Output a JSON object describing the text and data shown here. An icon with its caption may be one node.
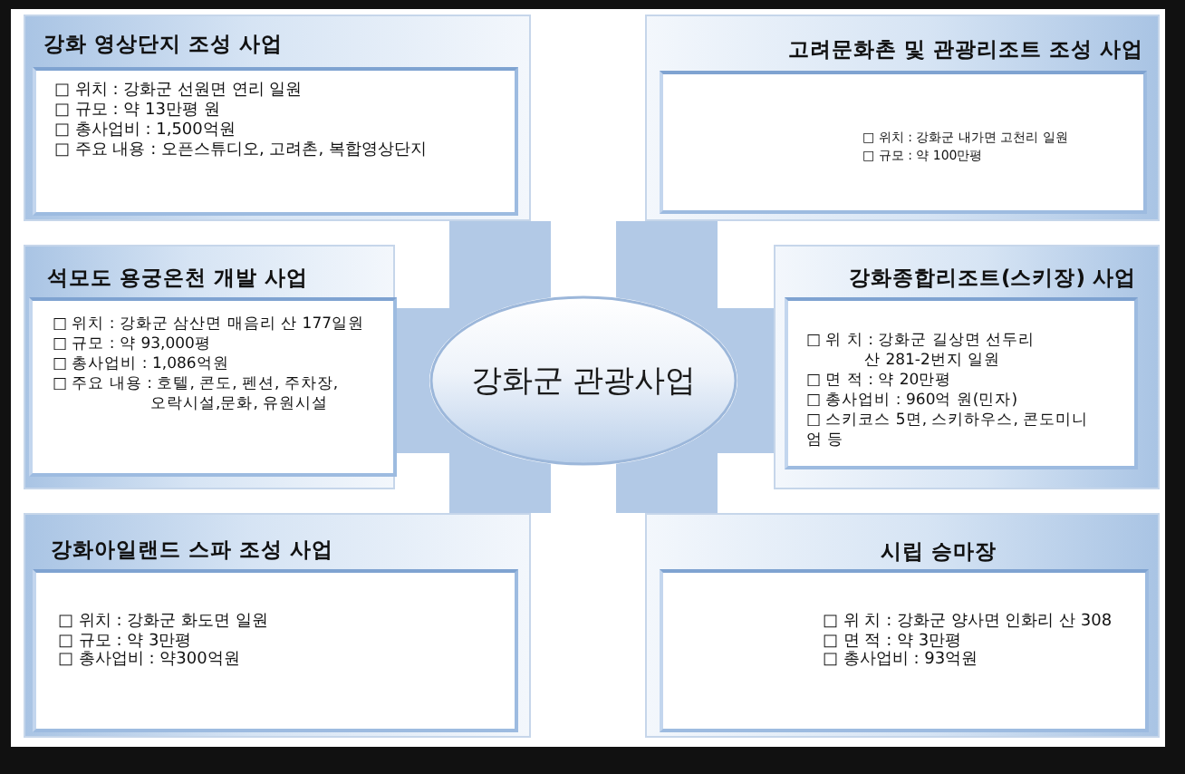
{
  "diagram": {
    "nodes": [
      {
        "text": [
          "강화 영상단지 조성 사업",
          "□ 위치 : 강화군 선원면 연리 일원",
          "□ 규모 : 약 13만평 원",
          "□ 총사업비 : 1,500억원",
          "□ 주요 내용 : 오픈스튜디오, 고려촌, 복합영상단지"
        ]
      },
      {
        "text": [
          "고려문화촌 및 관광리조트 조성 사업",
          "□ 위치 : 강화군 내가면 고천리 일원",
          "□ 규모 : 약 100만평"
        ]
      },
      {
        "text": [
          "석모도 용궁온천 개발 사업",
          "□ 위치 : 강화군 삼산면 매음리 산 177일원",
          "□ 규모 : 약 93,000평",
          "□ 총사업비 : 1,086억원",
          "□ 주요 내용 : 호텔, 콘도, 펜션, 주차장, 오락시설,문화, 유원시설"
        ]
      },
      {
        "text": [
          "강화군 관광사업"
        ]
      },
      {
        "text": [
          "강화종합리조트(스키장) 사업",
          "□ 위 치 : 강화군 길상면 선두리 산 281-2번지 일원",
          "□ 면 적 : 약 20만평",
          "□ 총사업비 : 960억 원(민자)",
          "□ 스키코스 5면, 스키하우스, 콘도미니엄 등"
        ]
      },
      {
        "text": [
          "강화아일랜드 스파 조성 사업",
          "□ 위치 : 강화군 화도면 일원",
          "□ 규모 : 약 3만평",
          "□ 총사업비 : 약300억원"
        ]
      },
      {
        "text": [
          "시립 승마장",
          "□ 위 치 : 강화군 양사면 인화리 산 308",
          "□ 면 적 : 약 3만평",
          "□ 총사업비 : 93억원"
        ]
      }
    ],
    "edges": [
      {
        "from": 3,
        "to": 0,
        "arrow": "none"
      },
      {
        "from": 3,
        "to": 1,
        "arrow": "none"
      },
      {
        "from": 3,
        "to": 2,
        "arrow": "none"
      },
      {
        "from": 3,
        "to": 4,
        "arrow": "none"
      },
      {
        "from": 3,
        "to": 5,
        "arrow": "none"
      },
      {
        "from": 3,
        "to": 6,
        "arrow": "none"
      }
    ]
  }
}
